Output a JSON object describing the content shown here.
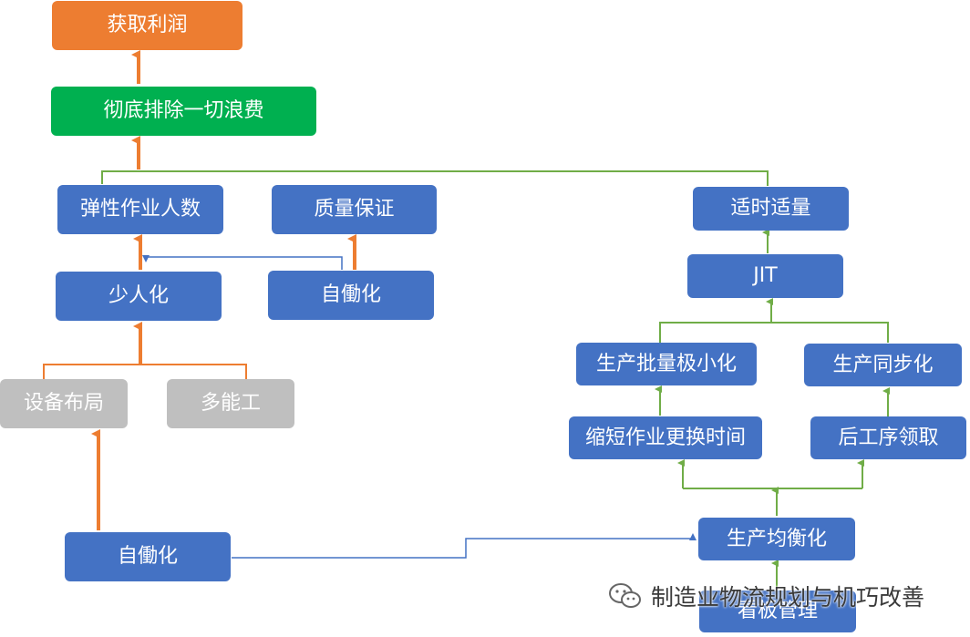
{
  "colors": {
    "blue": "#4472C4",
    "orange": "#ED7D31",
    "green": "#00B050",
    "gray": "#BFBFBF",
    "orange_arrow": "#ED7D31",
    "green_line": "#70AD47",
    "blue_line": "#4472C4"
  },
  "nodes": {
    "profit": "获取利润",
    "eliminate_waste": "彻底排除一切浪费",
    "flexible_workforce": "弹性作业人数",
    "quality_assurance": "质量保证",
    "just_in_time_amount": "适时适量",
    "jit": "JIT",
    "fewer_people": "少人化",
    "jidoka_top": "自働化",
    "small_batch": "生产批量极小化",
    "synchronization": "生产同步化",
    "layout": "设备布局",
    "multi_skill": "多能工",
    "setup_reduction": "缩短作业更换时间",
    "pull_downstream": "后工序领取",
    "jidoka_bottom": "自働化",
    "leveling": "生产均衡化",
    "kanban": "看板管理"
  },
  "watermark": {
    "text": "制造业物流规划与机巧改善",
    "icon": "wechat-icon"
  }
}
